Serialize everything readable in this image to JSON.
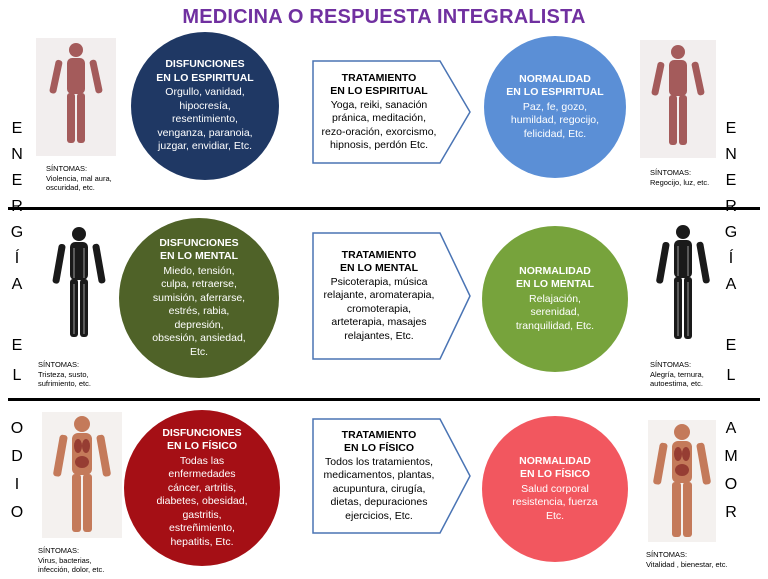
{
  "title": "MEDICINA O RESPUESTA INTEGRALISTA",
  "left_word": {
    "letters_top": [
      "E",
      "N",
      "E",
      "R",
      "G",
      "Í",
      "A"
    ],
    "letters_mid": [
      "E",
      "L"
    ],
    "letters_bottom": [
      "O",
      "D",
      "I",
      "O"
    ]
  },
  "right_word": {
    "letters_top": [
      "E",
      "N",
      "E",
      "R",
      "G",
      "Í",
      "A"
    ],
    "letters_mid": [
      "E",
      "L"
    ],
    "letters_bottom": [
      "A",
      "M",
      "O",
      "R"
    ]
  },
  "rows": [
    {
      "disfuncion": {
        "head": "DISFUNCIONES\nEN LO ESPIRITUAL",
        "body": "Orgullo, vanidad,\nhipocresía,\nresentimiento,\nvenganza, paranoia,\njuzgar, envidiar, Etc.",
        "color": "#1f3864"
      },
      "tratamiento": {
        "head": "TRATAMIENTO\nEN LO ESPIRITUAL",
        "body": "Yoga, reiki, sanación\npránica, meditación,\nrezo-oración, exorcismo,\nhipnosis, perdón Etc."
      },
      "normalidad": {
        "head": "NORMALIDAD\nEN LO ESPIRITUAL",
        "body": "Paz, fe, gozo,\nhumildad, regocijo,\nfelicidad, Etc.",
        "color": "#5b8fd6"
      },
      "sintomas_left": "SÍNTOMAS:\nViolencia, mal aura,\noscuridad, etc.",
      "sintomas_right": "SÍNTOMAS:\nRegocijo, luz, etc."
    },
    {
      "disfuncion": {
        "head": "DISFUNCIONES\nEN LO MENTAL",
        "body": "Miedo, tensión,\nculpa, retraerse,\nsumisión, aferrarse,\nestrés, rabia,\ndepresión,\nobsesión, ansiedad,\nEtc.",
        "color": "#4f6228"
      },
      "tratamiento": {
        "head": "TRATAMIENTO\nEN LO MENTAL",
        "body": "Psicoterapia,  música\nrelajante, aromaterapia,\ncromoterapia,\narteterapia, masajes\nrelajantes, Etc."
      },
      "normalidad": {
        "head": "NORMALIDAD\nEN LO MENTAL",
        "body": "Relajación,\nserenidad,\ntranquilidad, Etc.",
        "color": "#77a33c"
      },
      "sintomas_left": "SÍNTOMAS:\nTristeza, susto,\nsufrimiento, etc.",
      "sintomas_right": "SÍNTOMAS:\nAlegría, ternura,\nautoestima, etc."
    },
    {
      "disfuncion": {
        "head": "DISFUNCIONES\nEN LO FÍSICO",
        "body": "Todas las\nenfermedades\ncáncer, artritis,\ndiabetes, obesidad,\ngastritis,\nestreñimiento,\nhepatitis, Etc.",
        "color": "#a50f15"
      },
      "tratamiento": {
        "head": "TRATAMIENTO\nEN LO FÍSICO",
        "body": "Todos los tratamientos,\nmedicamentos, plantas,\nacupuntura, cirugía,\ndietas, depuraciones\nejercicios, Etc."
      },
      "normalidad": {
        "head": "NORMALIDAD\nEN LO FÍSICO",
        "body": "Salud corporal\nresistencia, fuerza\nEtc.",
        "color": "#f2575f"
      },
      "sintomas_left": "SÍNTOMAS:\nVirus, bacterias,\ninfección, dolor, etc.",
      "sintomas_right": "SÍNTOMAS:\nVitalidad , bienestar, etc."
    }
  ]
}
